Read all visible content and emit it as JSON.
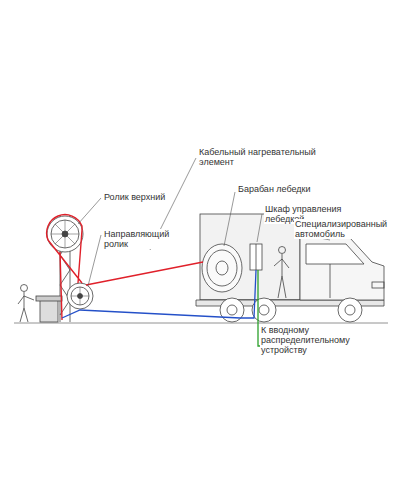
{
  "diagram": {
    "labels": [
      "Кабельный нагревательный элемент",
      "Ролик верхний",
      "Барабан лебедки",
      "Направляющий ролик",
      "Шкаф управления лебедкой",
      "Специализированный автомобиль",
      "К вводному распределительному устройству"
    ]
  }
}
